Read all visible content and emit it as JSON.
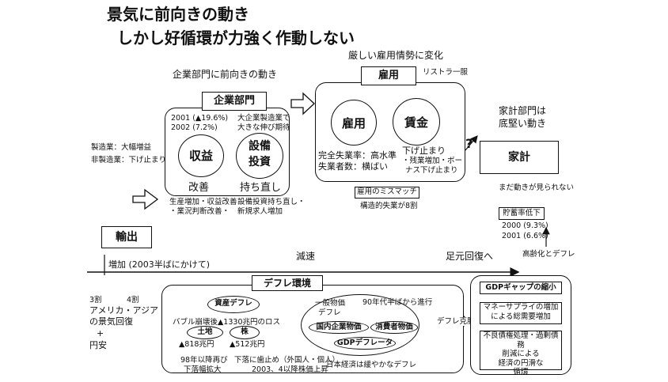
{
  "title": {
    "line1": "景気に前向きの動き",
    "line2": "しかし好循環が力強く作動しない"
  },
  "corporate": {
    "caption": "企業部門に前向きの動き",
    "header": "企業部門",
    "stat1": "2001 (▲19.6%)",
    "stat2": "2002 (7.2%)",
    "note": "大企業製造業で",
    "note2": "大きな伸び期待",
    "profit_label": "収益",
    "invest_label1": "設備",
    "invest_label2": "投資",
    "improve": "改善",
    "recover": "持ち直し",
    "sub1": "生産増加・収益改善",
    "sub2": "・業況判断改善・",
    "sub3": "設備投資持ち直し・",
    "sub4": "新規求人増加"
  },
  "sectors": {
    "mfg": "製造業：大幅増益",
    "nonmfg": "非製造業：下げ止まり"
  },
  "employment": {
    "caption": "厳しい雇用情勢に変化",
    "header": "雇用",
    "restructure": "リストラ一服",
    "emp_label": "雇用",
    "wage_label": "賃金",
    "unemp1": "完全失業率：高水準",
    "unemp2": "失業者数：横ばい",
    "wage1": "下げ止まり",
    "wage2": "・残業増加・ボー",
    "wage3": "ナス下げ止まり",
    "mismatch": "雇用のミスマッチ",
    "structural": "構造的失業が8割"
  },
  "household": {
    "caption1": "家計部門は",
    "caption2": "底堅い動き",
    "header": "家計",
    "question": "?",
    "not_seen": "まだ動きが見られない",
    "savings_header": "貯蓄率低下",
    "sav1": "2000 (9.3%)",
    "sav2": "2001 (6.6%)",
    "aging": "高齢化とデフレ"
  },
  "exports": {
    "header": "輸出",
    "increase": "増加 (2003半ばにかけて)",
    "decel": "減速",
    "recovery": "足元回復へ",
    "asia1": "3割",
    "asia2": "4割",
    "asia3": "アメリカ・アジア",
    "asia4": "の景気回復",
    "plus": "+",
    "yen": "円安"
  },
  "deflation": {
    "header": "デフレ環境",
    "asset": "資産デフレ",
    "bubble": "バブル崩壊後▲1330兆円のロス",
    "land": "土地",
    "land_val": "▲818兆円",
    "stock": "株",
    "stock_val": "▲512兆円",
    "drop1": "98年以降再び",
    "drop2": "下落幅拡大",
    "stop1": "下落に歯止め（外国人・個人）",
    "stop2": "2003、4以降株価上昇",
    "general1": "一般物価",
    "general2": "デフレ",
    "nineties": "90年代半ばから進行",
    "domestic": "国内企業物価",
    "consumer": "消費者物価",
    "gdp_def": "GDPデフレータ",
    "mild": "日本経済は緩やかなデフレ",
    "overcome": "デフレ克服"
  },
  "remedies": {
    "gap": "GDPギャップの縮小",
    "money1": "マネーサプライの増加",
    "money2": "による総需要増加",
    "bad1": "不良債権処理・過剰債務",
    "bad2": "削減による",
    "bad3": "経済の円滑な",
    "bad4": "循環"
  }
}
